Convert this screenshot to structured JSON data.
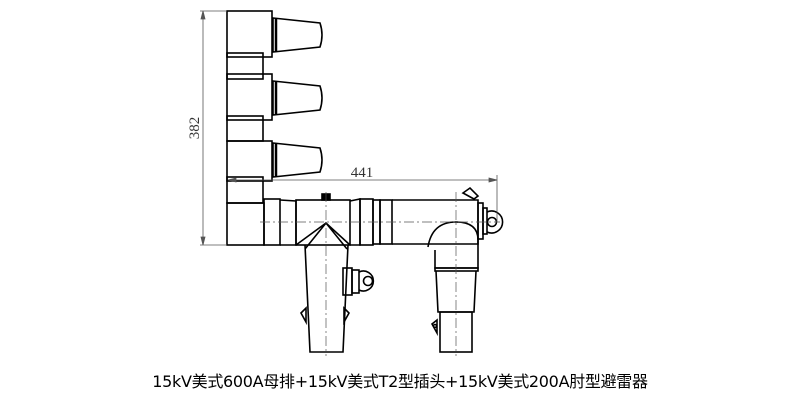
{
  "drawing": {
    "dimension_height": "382",
    "dimension_width": "441",
    "line_color": "#000000",
    "dimension_color": "#555555"
  },
  "caption": "15kV美式600A母排+15kV美式T2型插头+15kV美式200A肘型避雷器"
}
